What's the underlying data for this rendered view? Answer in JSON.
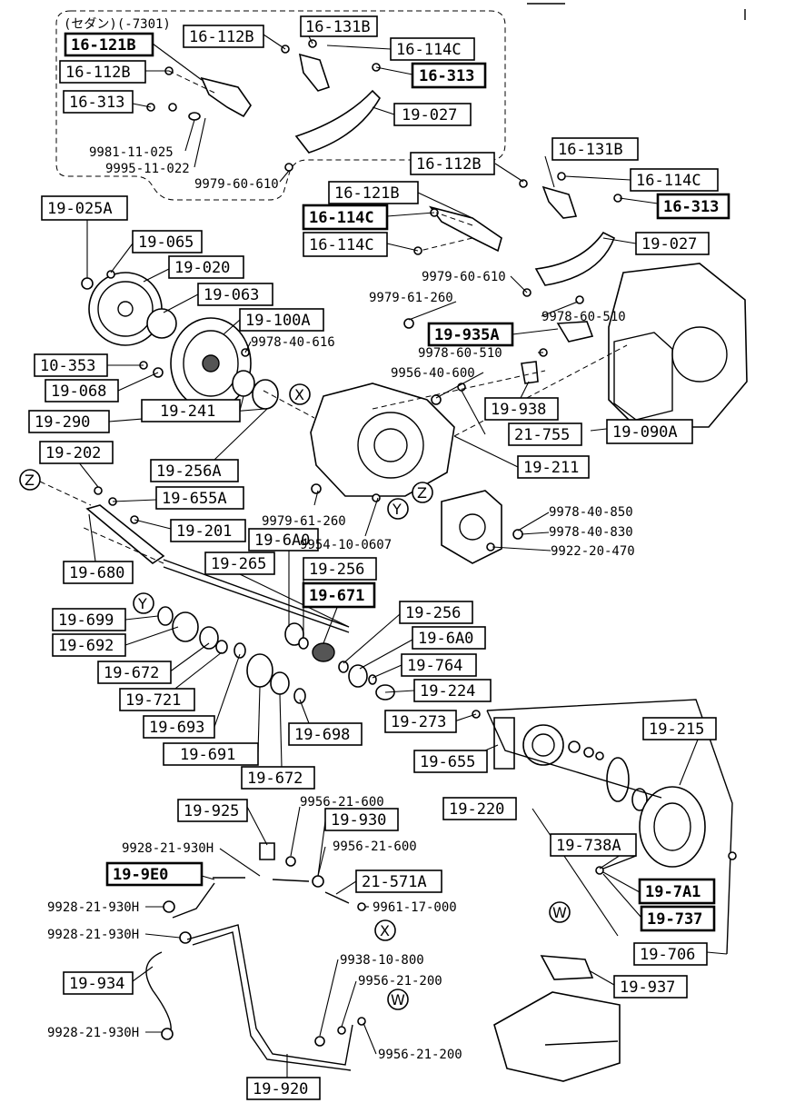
{
  "sedan_note": "(セダン)(-7301)",
  "labels": {
    "l_16_112B_a": "16-112B",
    "l_16_131B_a": "16-131B",
    "l_16_121B_a": "16-121B",
    "l_16_114C_a": "16-114C",
    "l_16_112B_b": "16-112B",
    "l_16_313_a": "16-313",
    "l_16_313_b": "16-313",
    "l_19_027_a": "19-027",
    "l_16_131B_b": "16-131B",
    "l_16_112B_c": "16-112B",
    "l_16_114C_b": "16-114C",
    "l_19_025A": "19-025A",
    "l_16_121B_b": "16-121B",
    "l_16_313_c": "16-313",
    "l_16_114C_c": "16-114C",
    "l_19_065": "19-065",
    "l_16_114C_d": "16-114C",
    "l_19_027_b": "19-027",
    "l_19_020": "19-020",
    "l_19_063": "19-063",
    "l_19_100A": "19-100A",
    "l_19_935A": "19-935A",
    "l_10_353": "10-353",
    "l_19_068": "19-068",
    "l_19_938": "19-938",
    "l_19_241": "19-241",
    "l_19_290": "19-290",
    "l_21_755": "21-755",
    "l_19_090A": "19-090A",
    "l_19_202": "19-202",
    "l_19_211": "19-211",
    "l_19_256A": "19-256A",
    "l_19_655A": "19-655A",
    "l_19_201": "19-201",
    "l_19_6A0_a": "19-6A0",
    "l_19_265": "19-265",
    "l_19_256_a": "19-256",
    "l_19_680": "19-680",
    "l_19_671": "19-671",
    "l_19_256_b": "19-256",
    "l_19_699": "19-699",
    "l_19_6A0_b": "19-6A0",
    "l_19_692": "19-692",
    "l_19_764": "19-764",
    "l_19_672_a": "19-672",
    "l_19_224": "19-224",
    "l_19_721": "19-721",
    "l_19_273": "19-273",
    "l_19_693": "19-693",
    "l_19_698": "19-698",
    "l_19_215": "19-215",
    "l_19_691": "19-691",
    "l_19_655": "19-655",
    "l_19_672_b": "19-672",
    "l_19_925": "19-925",
    "l_19_220": "19-220",
    "l_19_930": "19-930",
    "l_19_738A": "19-738A",
    "l_19_9E0": "19-9E0",
    "l_21_571A": "21-571A",
    "l_19_7A1": "19-7A1",
    "l_19_737": "19-737",
    "l_19_706": "19-706",
    "l_19_934": "19-934",
    "l_19_937": "19-937",
    "l_19_920": "19-920"
  },
  "refs": {
    "r_9981_11_025": "9981-11-025",
    "r_9995_11_022": "9995-11-022",
    "r_9979_60_610_a": "9979-60-610",
    "r_9979_60_610_b": "9979-60-610",
    "r_9979_61_260_a": "9979-61-260",
    "r_9978_60_510_a": "9978-60-510",
    "r_9978_40_616": "9978-40-616",
    "r_9978_60_510_b": "9978-60-510",
    "r_9956_40_600": "9956-40-600",
    "r_9979_61_260_b": "9979-61-260",
    "r_9954_10_0607": "9954-10-0607",
    "r_9978_40_850": "9978-40-850",
    "r_9978_40_830": "9978-40-830",
    "r_9922_20_470": "9922-20-470",
    "r_9956_21_600_a": "9956-21-600",
    "r_9928_21_930H_a": "9928-21-930H",
    "r_9956_21_600_b": "9956-21-600",
    "r_9928_21_930H_b": "9928-21-930H",
    "r_9961_17_000": "9961-17-000",
    "r_9928_21_930H_c": "9928-21-930H",
    "r_9938_10_800": "9938-10-800",
    "r_9956_21_200_a": "9956-21-200",
    "r_9928_21_930H_d": "9928-21-930H",
    "r_9956_21_200_b": "9956-21-200"
  },
  "markers": {
    "X": "X",
    "Y": "Y",
    "Z": "Z",
    "W": "W"
  }
}
